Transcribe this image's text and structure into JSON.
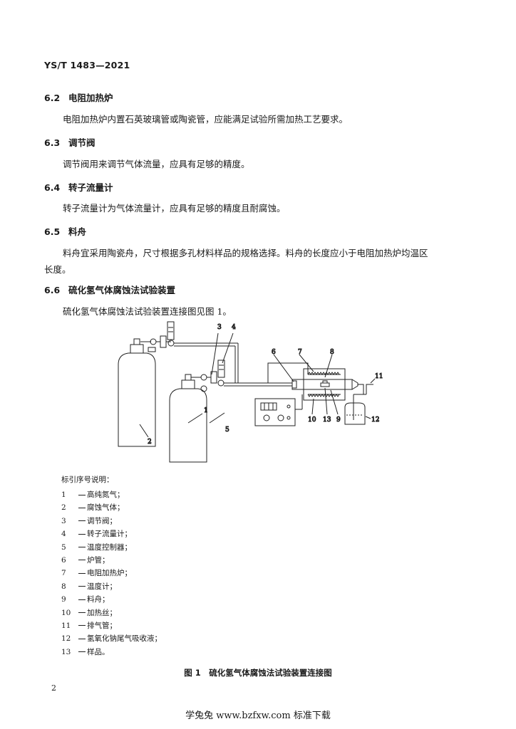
{
  "header": {
    "standard_code": "YS/T 1483—2021"
  },
  "sections": [
    {
      "num": "6.2",
      "title": "电阻加热炉",
      "lines": [
        "电阻加热炉内置石英玻璃管或陶瓷管，应能满足试验所需加热工艺要求。"
      ]
    },
    {
      "num": "6.3",
      "title": "调节阀",
      "lines": [
        "调节阀用来调节气体流量，应具有足够的精度。"
      ]
    },
    {
      "num": "6.4",
      "title": "转子流量计",
      "lines": [
        "转子流量计为气体流量计，应具有足够的精度且耐腐蚀。"
      ]
    },
    {
      "num": "6.5",
      "title": "料舟",
      "lines": [
        "料舟宜采用陶瓷舟，尺寸根据多孔材料样品的规格选择。料舟的长度应小于电阻加热炉均温区",
        "长度。"
      ]
    },
    {
      "num": "6.6",
      "title": "硫化氢气体腐蚀法试验装置",
      "lines": [
        "硫化氢气体腐蚀法试验装置连接图见图 1。"
      ]
    }
  ],
  "figure": {
    "callouts": [
      "1",
      "2",
      "3",
      "4",
      "5",
      "6",
      "7",
      "8",
      "9",
      "10",
      "11",
      "12",
      "13"
    ],
    "legend_title": "标引序号说明：",
    "legend": [
      {
        "num": "1",
        "text": "高纯氮气；"
      },
      {
        "num": "2",
        "text": "腐蚀气体；"
      },
      {
        "num": "3",
        "text": "调节阀；"
      },
      {
        "num": "4",
        "text": "转子流量计；"
      },
      {
        "num": "5",
        "text": "温度控制器；"
      },
      {
        "num": "6",
        "text": "炉管；"
      },
      {
        "num": "7",
        "text": "电阻加热炉；"
      },
      {
        "num": "8",
        "text": "温度计；"
      },
      {
        "num": "9",
        "text": "料舟；"
      },
      {
        "num": "10",
        "text": "加热丝；"
      },
      {
        "num": "11",
        "text": "排气管；"
      },
      {
        "num": "12",
        "text": "氢氧化钠尾气吸收液；"
      },
      {
        "num": "13",
        "text": "样品。"
      }
    ],
    "caption": "图 1　硫化氢气体腐蚀法试验装置连接图"
  },
  "page_number": "2",
  "footer": "学兔兔 www.bzfxw.com 标准下载"
}
